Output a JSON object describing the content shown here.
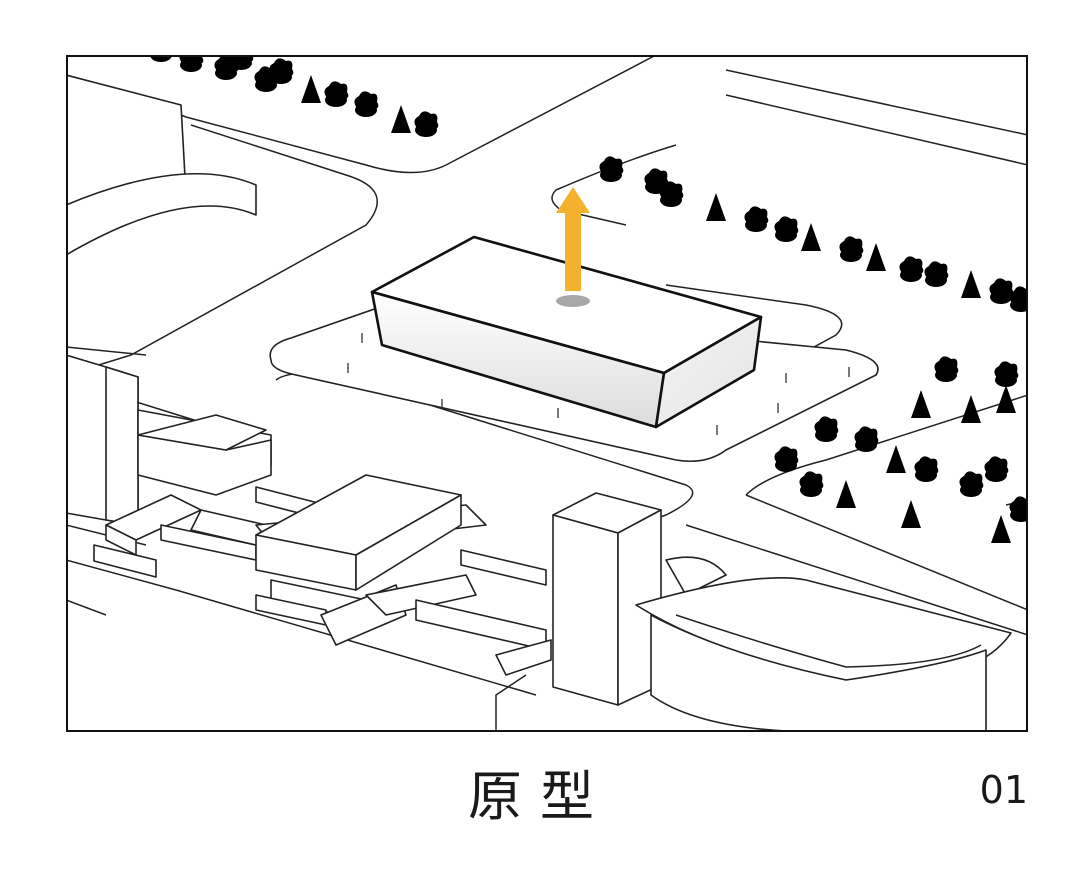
{
  "diagram": {
    "caption": "原型",
    "page_number": "01",
    "accent_color": "#F2B22E",
    "arrow_direction": "up",
    "icons": [
      "upward-arrow-icon",
      "tree-icon",
      "person-icon"
    ]
  }
}
